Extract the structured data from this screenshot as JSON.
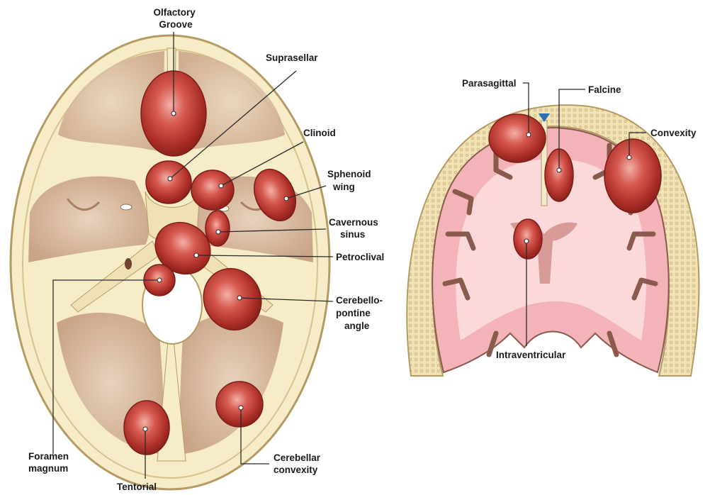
{
  "skull_base_labels": {
    "olfactory_groove": [
      "Olfactory",
      "Groove"
    ],
    "suprasellar": "Suprasellar",
    "clinoid": "Clinoid",
    "sphenoid_wing": [
      "Sphenoid",
      "wing"
    ],
    "cavernous_sinus": [
      "Cavernous",
      "sinus"
    ],
    "petroclival": "Petroclival",
    "cerebellopontine_angle": [
      "Cerebello-",
      "pontine",
      "angle"
    ],
    "foramen_magnum": [
      "Foramen",
      "magnum"
    ],
    "cerebellar_convexity": [
      "Cerebellar",
      "convexity"
    ],
    "tentorial": "Tentorial"
  },
  "coronal_labels": {
    "parasagittal": "Parasagittal",
    "falcine": "Falcine",
    "convexity": "Convexity",
    "intraventricular": "Intraventricular"
  },
  "colors": {
    "bone": "#f6ecc8",
    "bone_outline": "#b59a63",
    "fossa": "#dcc0a6",
    "fossa_dark": "#c7a084",
    "tumor": "#b2342c",
    "tumor_highlight": "#e8908a",
    "brain_pink": "#f3b3b8",
    "brain_white": "#fbd8da",
    "sulcus": "#8a5a4c"
  }
}
